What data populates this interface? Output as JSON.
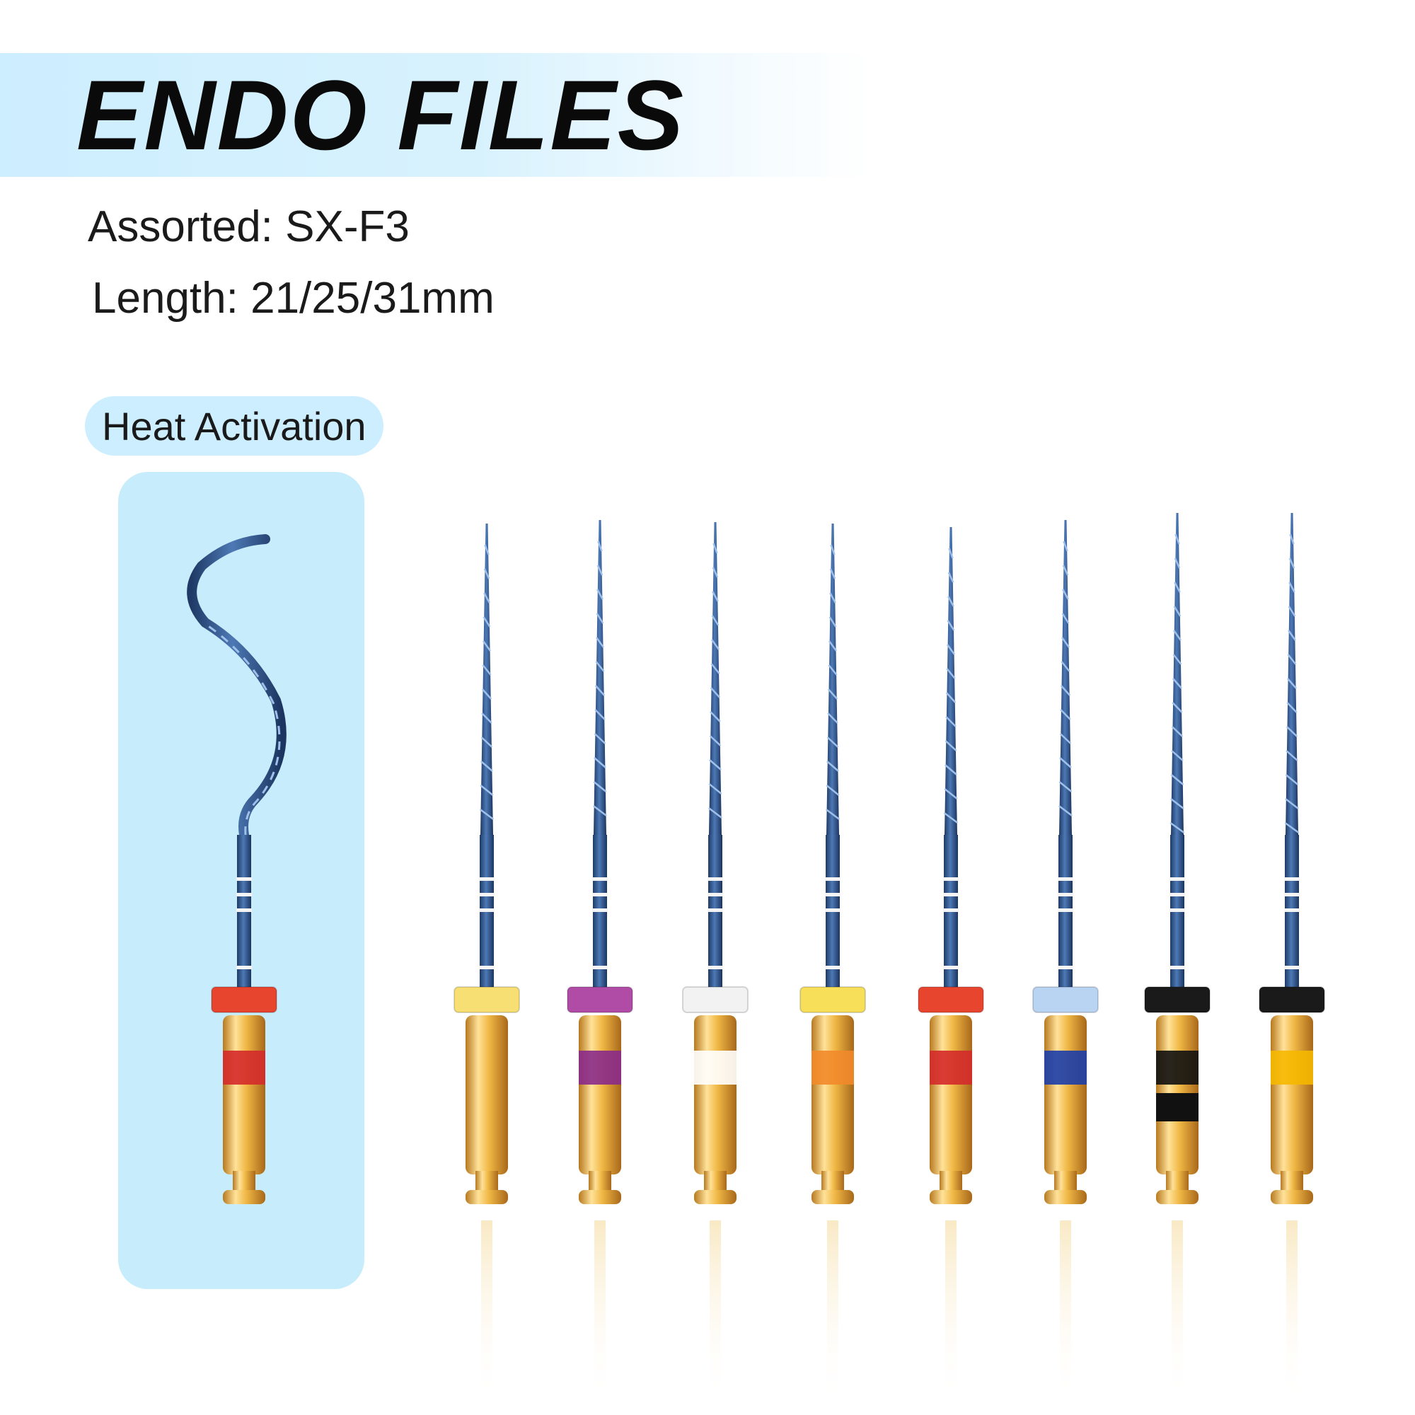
{
  "header": {
    "title": "ENDO FILES"
  },
  "specs": {
    "assorted": "Assorted: SX-F3",
    "length": "Length: 21/25/31mm"
  },
  "feature": {
    "badge": "Heat Activation"
  },
  "files": [
    {
      "icon": "endo-file-heat-activated-icon",
      "stopper_color": "#e8452f",
      "band_color": "#d42a2a"
    },
    {
      "icon": "endo-file-icon",
      "stopper_color": "#f7df74",
      "band_color": ""
    },
    {
      "icon": "endo-file-icon",
      "stopper_color": "#b04ca6",
      "band_color": "#8a2a8a"
    },
    {
      "icon": "endo-file-icon",
      "stopper_color": "#f2f2f2",
      "band_color": "#ffffff"
    },
    {
      "icon": "endo-file-icon",
      "stopper_color": "#f7df5a",
      "band_color": "#f28a2a"
    },
    {
      "icon": "endo-file-icon",
      "stopper_color": "#e8452f",
      "band_color": "#d42a2a"
    },
    {
      "icon": "endo-file-icon",
      "stopper_color": "#b9d4f2",
      "band_color": "#1c3ea8"
    },
    {
      "icon": "endo-file-icon",
      "stopper_color": "#1a1a1a",
      "band_color": "#111111"
    },
    {
      "icon": "endo-file-icon",
      "stopper_color": "#1a1a1a",
      "band_color": "#f5b800"
    }
  ],
  "colors": {
    "banner": "#cdeeff",
    "panel": "#c7ecfb",
    "file_blue": "#2c4f86",
    "gold": "#e0ad3c"
  }
}
